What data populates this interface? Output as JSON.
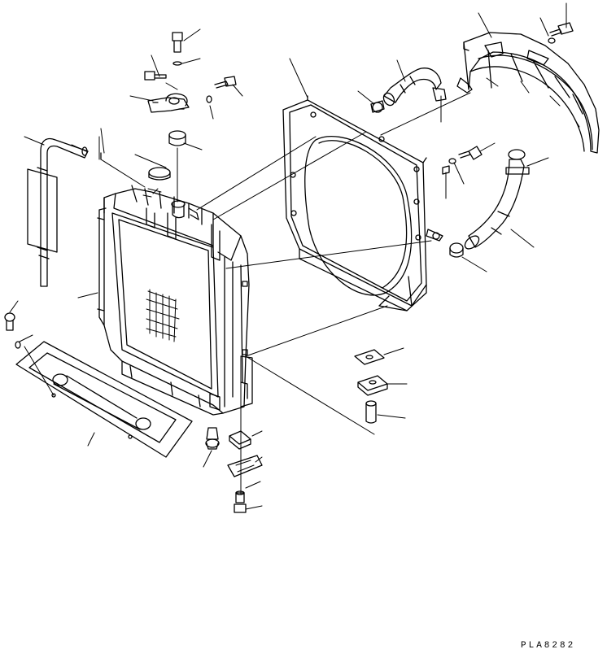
{
  "figure": {
    "drawing_code": "PLA8282",
    "line_color": "#000000",
    "background_color": "#ffffff"
  },
  "parts": [
    {
      "name": "radiator",
      "icon": "radiator-icon"
    },
    {
      "name": "fan-shroud",
      "icon": "shroud-icon"
    },
    {
      "name": "fan-guard",
      "icon": "guard-icon"
    },
    {
      "name": "upper-hose",
      "icon": "hose-icon"
    },
    {
      "name": "lower-hose",
      "icon": "hose-icon"
    },
    {
      "name": "overflow-tube",
      "icon": "tube-icon"
    },
    {
      "name": "radiator-cap",
      "icon": "cap-icon"
    },
    {
      "name": "mounting-bracket",
      "icon": "bracket-icon"
    },
    {
      "name": "bottom-plate",
      "icon": "plate-icon"
    },
    {
      "name": "drain-cock",
      "icon": "valve-icon"
    },
    {
      "name": "hose-clamps",
      "icon": "clamp-icon"
    },
    {
      "name": "bolts-and-washers",
      "icon": "bolt-icon"
    }
  ]
}
